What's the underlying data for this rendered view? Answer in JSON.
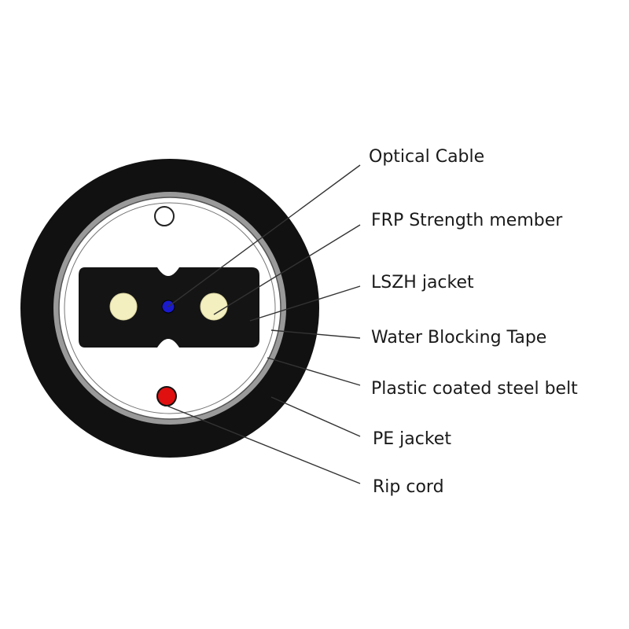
{
  "callouts": [
    {
      "id": "optical-cable",
      "label": "Optical Cable"
    },
    {
      "id": "frp-strength-member",
      "label": "FRP Strength member"
    },
    {
      "id": "lszh-jacket",
      "label": "LSZH jacket"
    },
    {
      "id": "water-blocking-tape",
      "label": "Water Blocking Tape"
    },
    {
      "id": "plastic-coated-steel-belt",
      "label": "Plastic coated steel belt"
    },
    {
      "id": "pe-jacket",
      "label": "PE jacket"
    },
    {
      "id": "rip-cord",
      "label": "Rip cord"
    }
  ],
  "colors": {
    "pe_jacket": "#111111",
    "steel_belt": "#9a9a9a",
    "water_tape": "#ffffff",
    "lszh_jacket": "#141414",
    "fiber": "#f3efbf",
    "frp_member": "#1a1acc",
    "rip_cord": "#e01010",
    "leader_line": "#333333"
  }
}
